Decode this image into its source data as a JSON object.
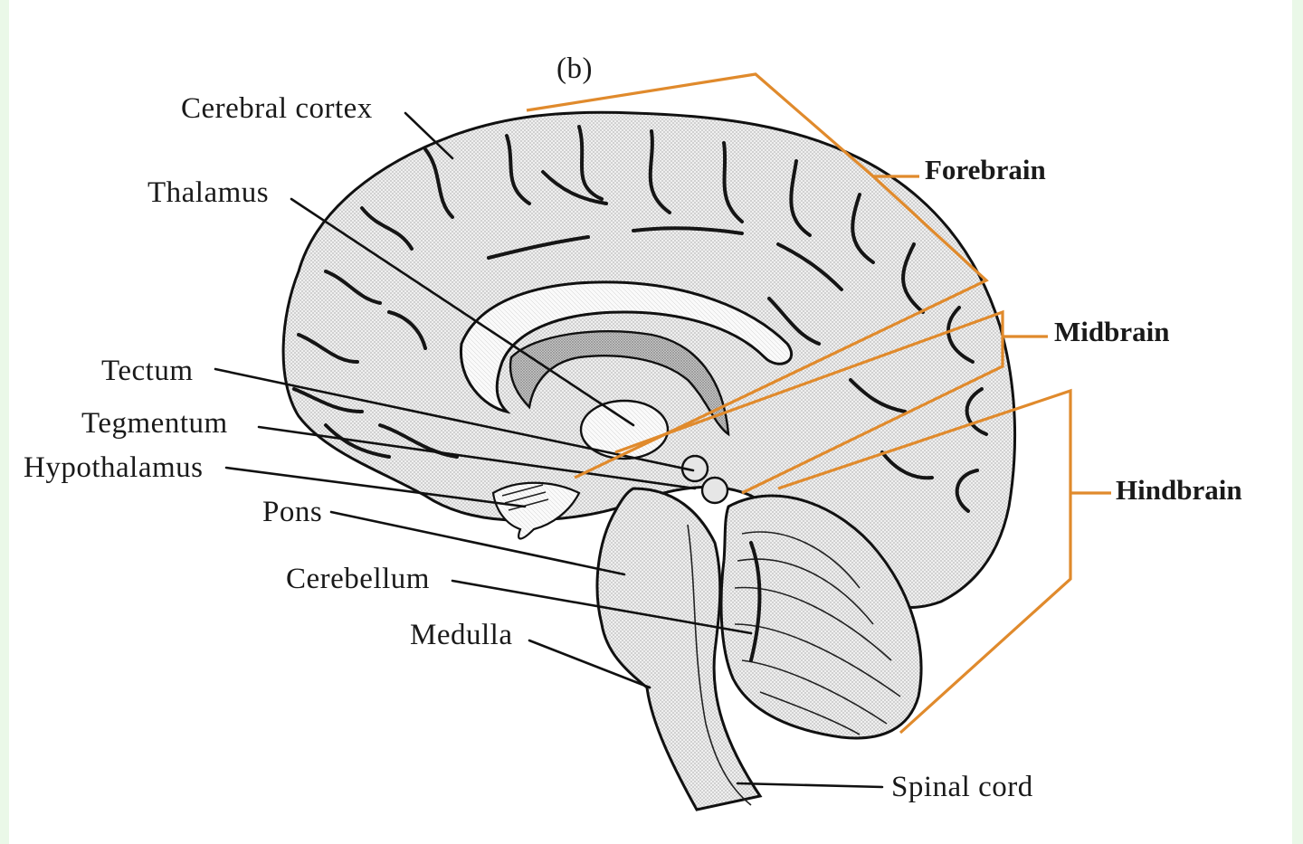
{
  "figure_label": "(b)",
  "labels": {
    "cerebral_cortex": "Cerebral cortex",
    "thalamus": "Thalamus",
    "tectum": "Tectum",
    "tegmentum": "Tegmentum",
    "hypothalamus": "Hypothalamus",
    "pons": "Pons",
    "cerebellum": "Cerebellum",
    "medulla": "Medulla",
    "spinal_cord": "Spinal cord"
  },
  "regions": {
    "forebrain": "Forebrain",
    "midbrain": "Midbrain",
    "hindbrain": "Hindbrain"
  },
  "colors": {
    "bracket": "#e08a2c",
    "border_tint": "#eaf8e8"
  }
}
